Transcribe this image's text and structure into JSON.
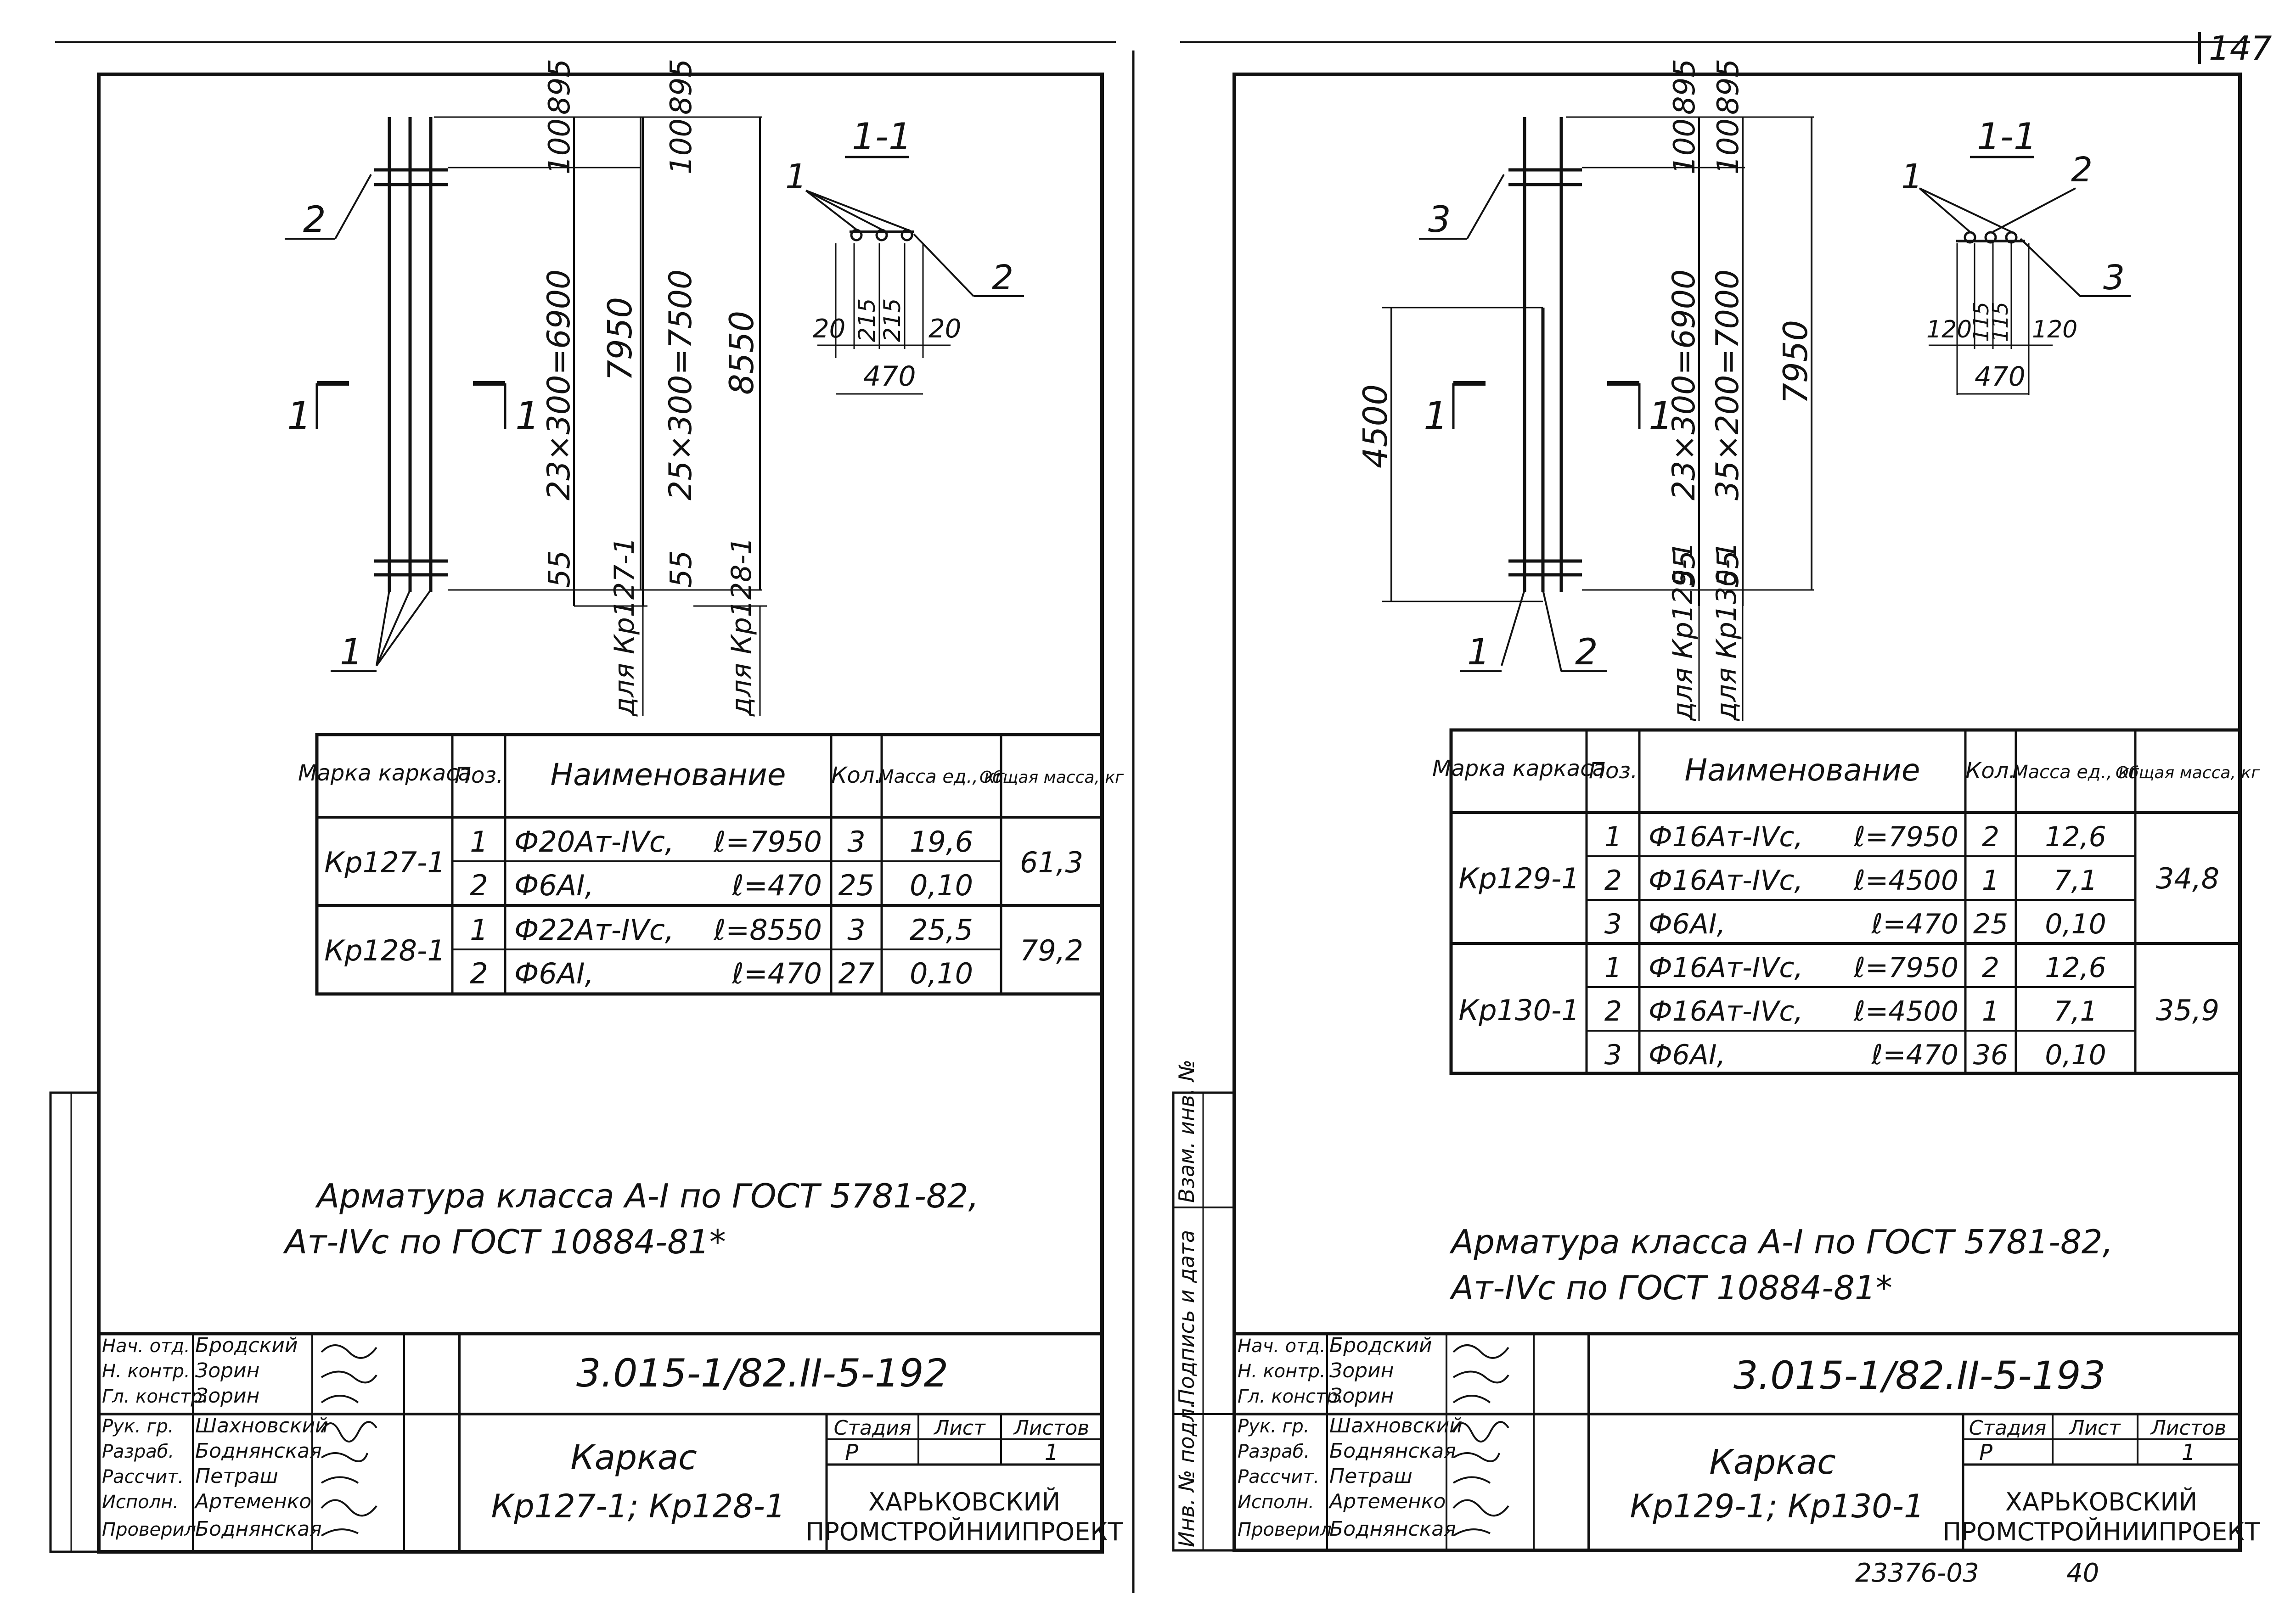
{
  "page_number": "147",
  "stamp_number": "23376-03",
  "stamp_extra": "40",
  "side_labels": {
    "inv_podl": "Инв. № подл.",
    "podpis": "Подпись и дата",
    "vzam": "Взам. инв. №"
  },
  "sheets": [
    {
      "section": {
        "title": "1-1",
        "labels": [
          "1",
          "2"
        ],
        "dims": [
          "20",
          "215",
          "215",
          "20"
        ],
        "total": "470"
      },
      "elevation": {
        "callouts_top": [
          "2"
        ],
        "callouts_bottom": [
          "1"
        ],
        "cut_label": "1",
        "dims_a": [
          "100",
          "895",
          "23×300=6900",
          "55"
        ],
        "total_a": "7950",
        "dims_b": [
          "100",
          "895",
          "25×300=7500",
          "55"
        ],
        "total_b": "8550",
        "for_a": "для Кр127-1",
        "for_b": "для Кр128-1"
      },
      "table": {
        "headers": [
          "Марка каркаса",
          "Поз.",
          "Наименование",
          "Кол.",
          "Масса ед., кг",
          "Общая масса, кг"
        ],
        "groups": [
          {
            "mark": "Кр127-1",
            "total": "61,3",
            "rows": [
              {
                "pos": "1",
                "name": "Ф20Ат-IVс,",
                "len": "ℓ=7950",
                "qty": "3",
                "mass": "19,6"
              },
              {
                "pos": "2",
                "name": "Ф6АI,",
                "len": "ℓ=470",
                "qty": "25",
                "mass": "0,10"
              }
            ]
          },
          {
            "mark": "Кр128-1",
            "total": "79,2",
            "rows": [
              {
                "pos": "1",
                "name": "Ф22Ат-IVс,",
                "len": "ℓ=8550",
                "qty": "3",
                "mass": "25,5"
              },
              {
                "pos": "2",
                "name": "Ф6АI,",
                "len": "ℓ=470",
                "qty": "27",
                "mass": "0,10"
              }
            ]
          }
        ]
      },
      "note_line1": "Арматура класса А-I по ГОСТ 5781-82,",
      "note_line2": "Ат-IVс по ГОСТ 10884-81*",
      "title_block": {
        "code": "3.015-1/82.II-5-192",
        "title": "Каркас",
        "subtitle": "Кр127-1; Кр128-1",
        "stadia_h": "Стадия",
        "list_h": "Лист",
        "listov_h": "Листов",
        "stadia": "Р",
        "list": "",
        "listov": "1",
        "org1": "ХАРЬКОВСКИЙ",
        "org2": "ПРОМСТРОЙНИИПРОЕКТ",
        "roles": [
          {
            "role": "Нач. отд.",
            "name": "Бродский"
          },
          {
            "role": "Н. контр.",
            "name": "Зорин"
          },
          {
            "role": "Гл. констр.",
            "name": "Зорин"
          },
          {
            "role": "Рук. гр.",
            "name": "Шахновский"
          },
          {
            "role": "Разраб.",
            "name": "Боднянская"
          },
          {
            "role": "Рассчит.",
            "name": "Петраш"
          },
          {
            "role": "Исполн.",
            "name": "Артеменко"
          },
          {
            "role": "Проверил",
            "name": "Боднянская"
          }
        ]
      }
    },
    {
      "section": {
        "title": "1-1",
        "labels": [
          "1",
          "2",
          "3"
        ],
        "dims": [
          "120",
          "115",
          "115",
          "120"
        ],
        "total": "470"
      },
      "elevation": {
        "callouts_top": [
          "3"
        ],
        "callouts_bottom": [
          "1",
          "2"
        ],
        "cut_label": "1",
        "side_dim": "4500",
        "dims_a": [
          "100",
          "895",
          "23×300=6900",
          "55"
        ],
        "dims_b": [
          "100",
          "895",
          "35×200=7000",
          "55"
        ],
        "total": "7950",
        "for_a": "для Кр129-1",
        "for_b": "для Кр130-1"
      },
      "table": {
        "headers": [
          "Марка каркаса",
          "Поз.",
          "Наименование",
          "Кол.",
          "Масса ед., кг",
          "Общая масса, кг"
        ],
        "groups": [
          {
            "mark": "Кр129-1",
            "total": "34,8",
            "rows": [
              {
                "pos": "1",
                "name": "Ф16Ат-IVс,",
                "len": "ℓ=7950",
                "qty": "2",
                "mass": "12,6"
              },
              {
                "pos": "2",
                "name": "Ф16Ат-IVс,",
                "len": "ℓ=4500",
                "qty": "1",
                "mass": "7,1"
              },
              {
                "pos": "3",
                "name": "Ф6АI,",
                "len": "ℓ=470",
                "qty": "25",
                "mass": "0,10"
              }
            ]
          },
          {
            "mark": "Кр130-1",
            "total": "35,9",
            "rows": [
              {
                "pos": "1",
                "name": "Ф16Ат-IVс,",
                "len": "ℓ=7950",
                "qty": "2",
                "mass": "12,6"
              },
              {
                "pos": "2",
                "name": "Ф16Ат-IVс,",
                "len": "ℓ=4500",
                "qty": "1",
                "mass": "7,1"
              },
              {
                "pos": "3",
                "name": "Ф6АI,",
                "len": "ℓ=470",
                "qty": "36",
                "mass": "0,10"
              }
            ]
          }
        ]
      },
      "note_line1": "Арматура класса А-I по ГОСТ 5781-82,",
      "note_line2": "Ат-IVс по ГОСТ 10884-81*",
      "title_block": {
        "code": "3.015-1/82.II-5-193",
        "title": "Каркас",
        "subtitle": "Кр129-1; Кр130-1",
        "stadia_h": "Стадия",
        "list_h": "Лист",
        "listov_h": "Листов",
        "stadia": "Р",
        "list": "",
        "listov": "1",
        "org1": "ХАРЬКОВСКИЙ",
        "org2": "ПРОМСТРОЙНИИПРОЕКТ",
        "roles": [
          {
            "role": "Нач. отд.",
            "name": "Бродский"
          },
          {
            "role": "Н. контр.",
            "name": "Зорин"
          },
          {
            "role": "Гл. констр.",
            "name": "Зорин"
          },
          {
            "role": "Рук. гр.",
            "name": "Шахновский"
          },
          {
            "role": "Разраб.",
            "name": "Боднянская"
          },
          {
            "role": "Рассчит.",
            "name": "Петраш"
          },
          {
            "role": "Исполн.",
            "name": "Артеменко"
          },
          {
            "role": "Проверил",
            "name": "Боднянская"
          }
        ]
      }
    }
  ]
}
